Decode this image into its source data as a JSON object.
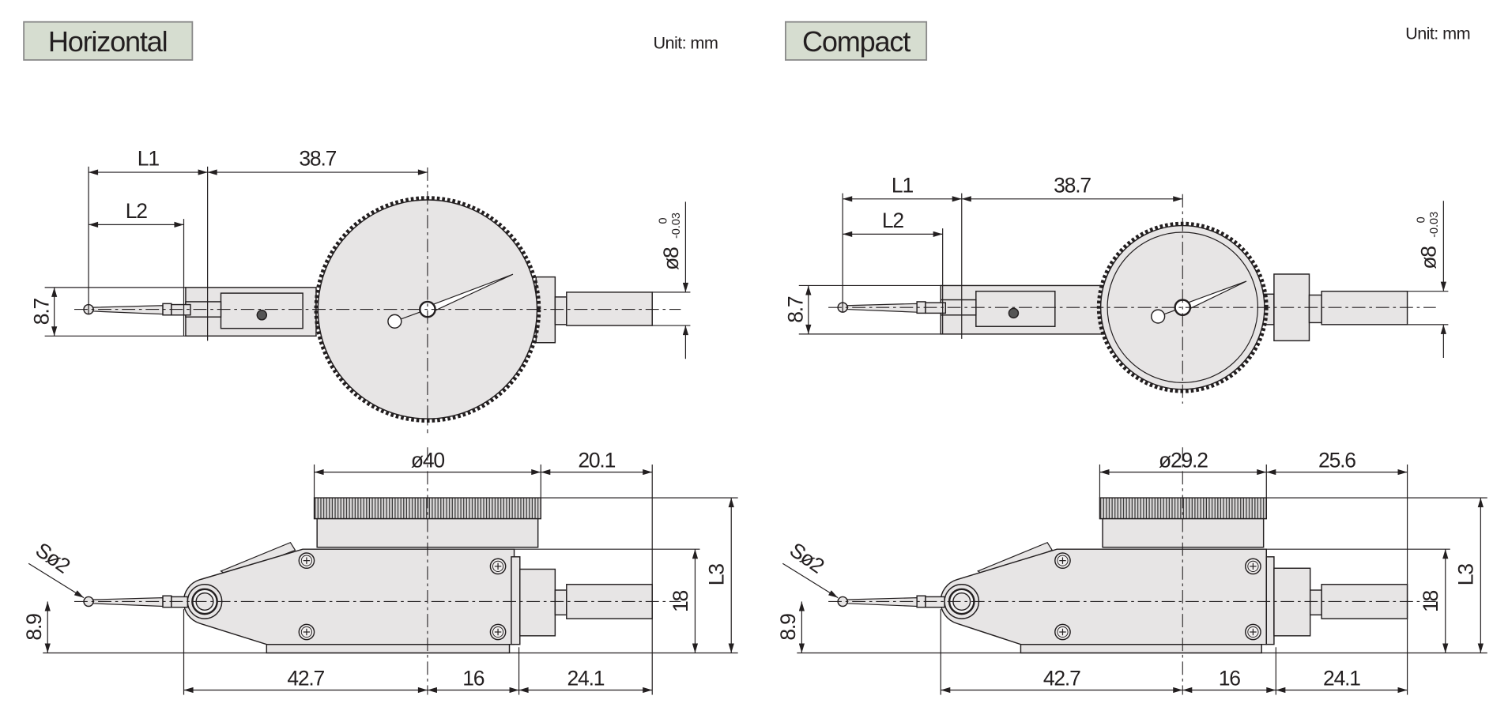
{
  "colors": {
    "label_fill": "#d6ddd0",
    "label_border": "#8a8a8a",
    "part_fill": "#e7e5e5",
    "line": "#231f20"
  },
  "panels": [
    {
      "title": "Horizontal",
      "unit": "Unit: mm",
      "top": {
        "L1": "L1",
        "L2": "L2",
        "offset": "38.7",
        "height": "8.7",
        "stem": "ø8",
        "tol_upper": "0",
        "tol_lower": "-0.03"
      },
      "side": {
        "dial_dia": "ø40",
        "dial_offset": "20.1",
        "ball": "Sø2",
        "center_height": "8.9",
        "body_height": "18",
        "total": "L3",
        "w1": "42.7",
        "w2": "16",
        "w3": "24.1"
      }
    },
    {
      "title": "Compact",
      "unit": "Unit: mm",
      "top": {
        "L1": "L1",
        "L2": "L2",
        "offset": "38.7",
        "height": "8.7",
        "stem": "ø8",
        "tol_upper": "0",
        "tol_lower": "-0.03"
      },
      "side": {
        "dial_dia": "ø29.2",
        "dial_offset": "25.6",
        "ball": "Sø2",
        "center_height": "8.9",
        "body_height": "18",
        "total": "L3",
        "w1": "42.7",
        "w2": "16",
        "w3": "24.1"
      }
    }
  ]
}
